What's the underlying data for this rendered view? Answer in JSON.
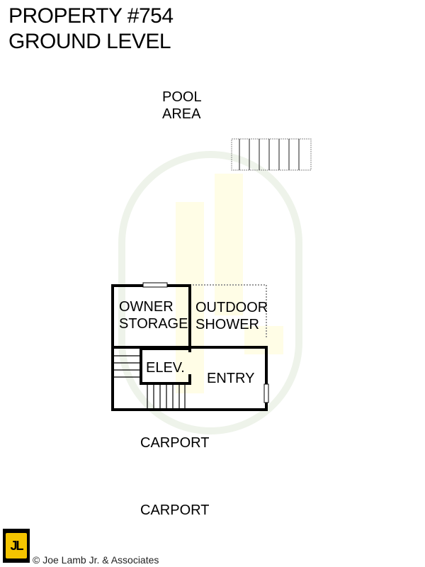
{
  "header": {
    "title_line1": "PROPERTY #754",
    "title_line2": "GROUND LEVEL"
  },
  "rooms": {
    "pool_area_line1": "POOL",
    "pool_area_line2": "AREA",
    "owner_storage_line1": "OWNER",
    "owner_storage_line2": "STORAGE",
    "outdoor_shower_line1": "OUTDOOR",
    "outdoor_shower_line2": "SHOWER",
    "elevator": "ELEV.",
    "entry": "ENTRY",
    "carport_1": "CARPORT",
    "carport_2": "CARPORT"
  },
  "footer": {
    "logo_text": "JL",
    "copyright": "© Joe Lamb Jr. & Associates"
  },
  "colors": {
    "watermark": "#fffde8",
    "watermark_outline": "#f3f6ee",
    "logo_bg": "#f4c400"
  }
}
